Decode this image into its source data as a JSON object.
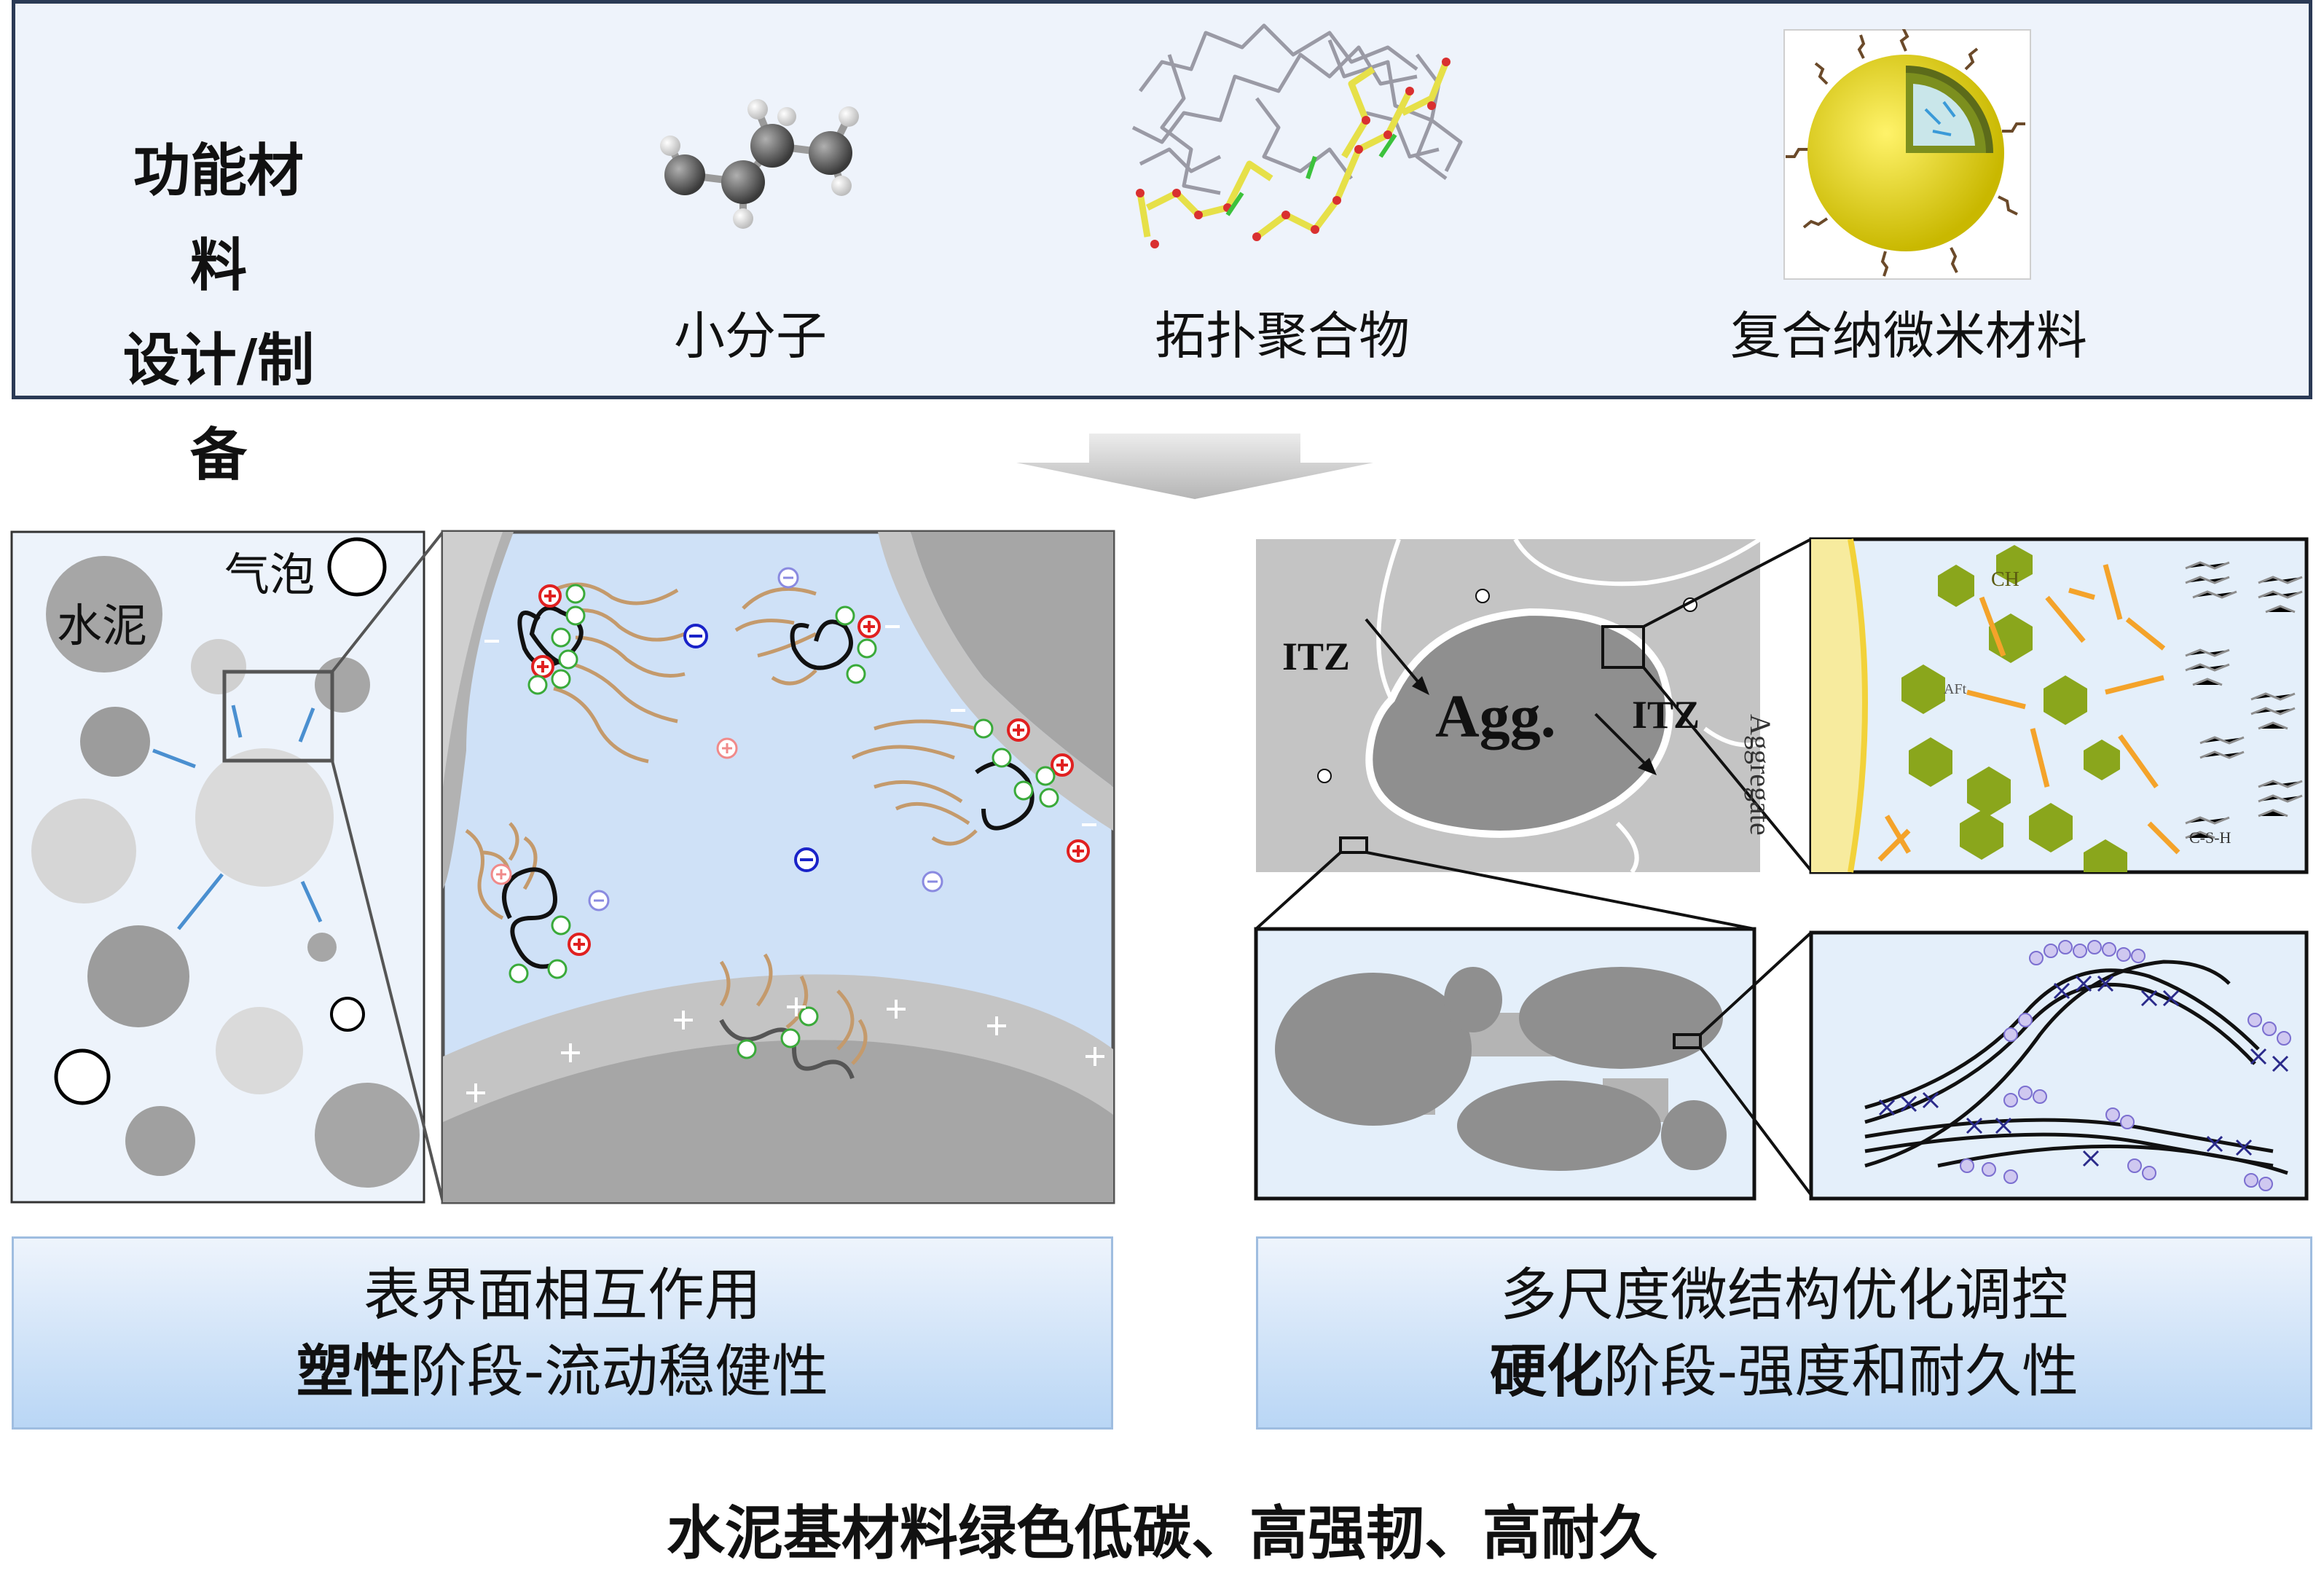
{
  "top": {
    "design_line1": "功能材料",
    "design_line2": "设计/制备",
    "categories": [
      "小分子",
      "拓扑聚合物",
      "复合纳微米材料"
    ]
  },
  "left_schematic": {
    "cement_label": "水泥",
    "bubble_label": "气泡"
  },
  "right_schematic": {
    "itz_label_1": "ITZ",
    "itz_label_2": "ITZ",
    "agg_label": "Agg.",
    "aggregate_label": "Aggregate",
    "ch_label": "CH",
    "aft_label": "AFt",
    "csh_label": "C-S-H"
  },
  "left_box": {
    "line1": "表界面相互作用",
    "bold": "塑性",
    "line2_rest": "阶段-流动稳健性"
  },
  "right_box": {
    "line1": "多尺度微结构优化调控",
    "bold": "硬化",
    "line2_rest": "阶段-强度和耐久性"
  },
  "footer": "水泥基材料绿色低碳、高强韧、高耐久",
  "colors": {
    "panel_bg": "#eef3fb",
    "panel_border": "#2b3a55",
    "box_gradient_top": "#eef4fc",
    "box_gradient_bottom": "#b9d6f5",
    "positive_charge": "#e02020",
    "negative_charge": "#1a23c8",
    "dispersant_tail": "#c49a6c",
    "hexagon": "#8aa61c",
    "needle": "#f4a32a"
  }
}
